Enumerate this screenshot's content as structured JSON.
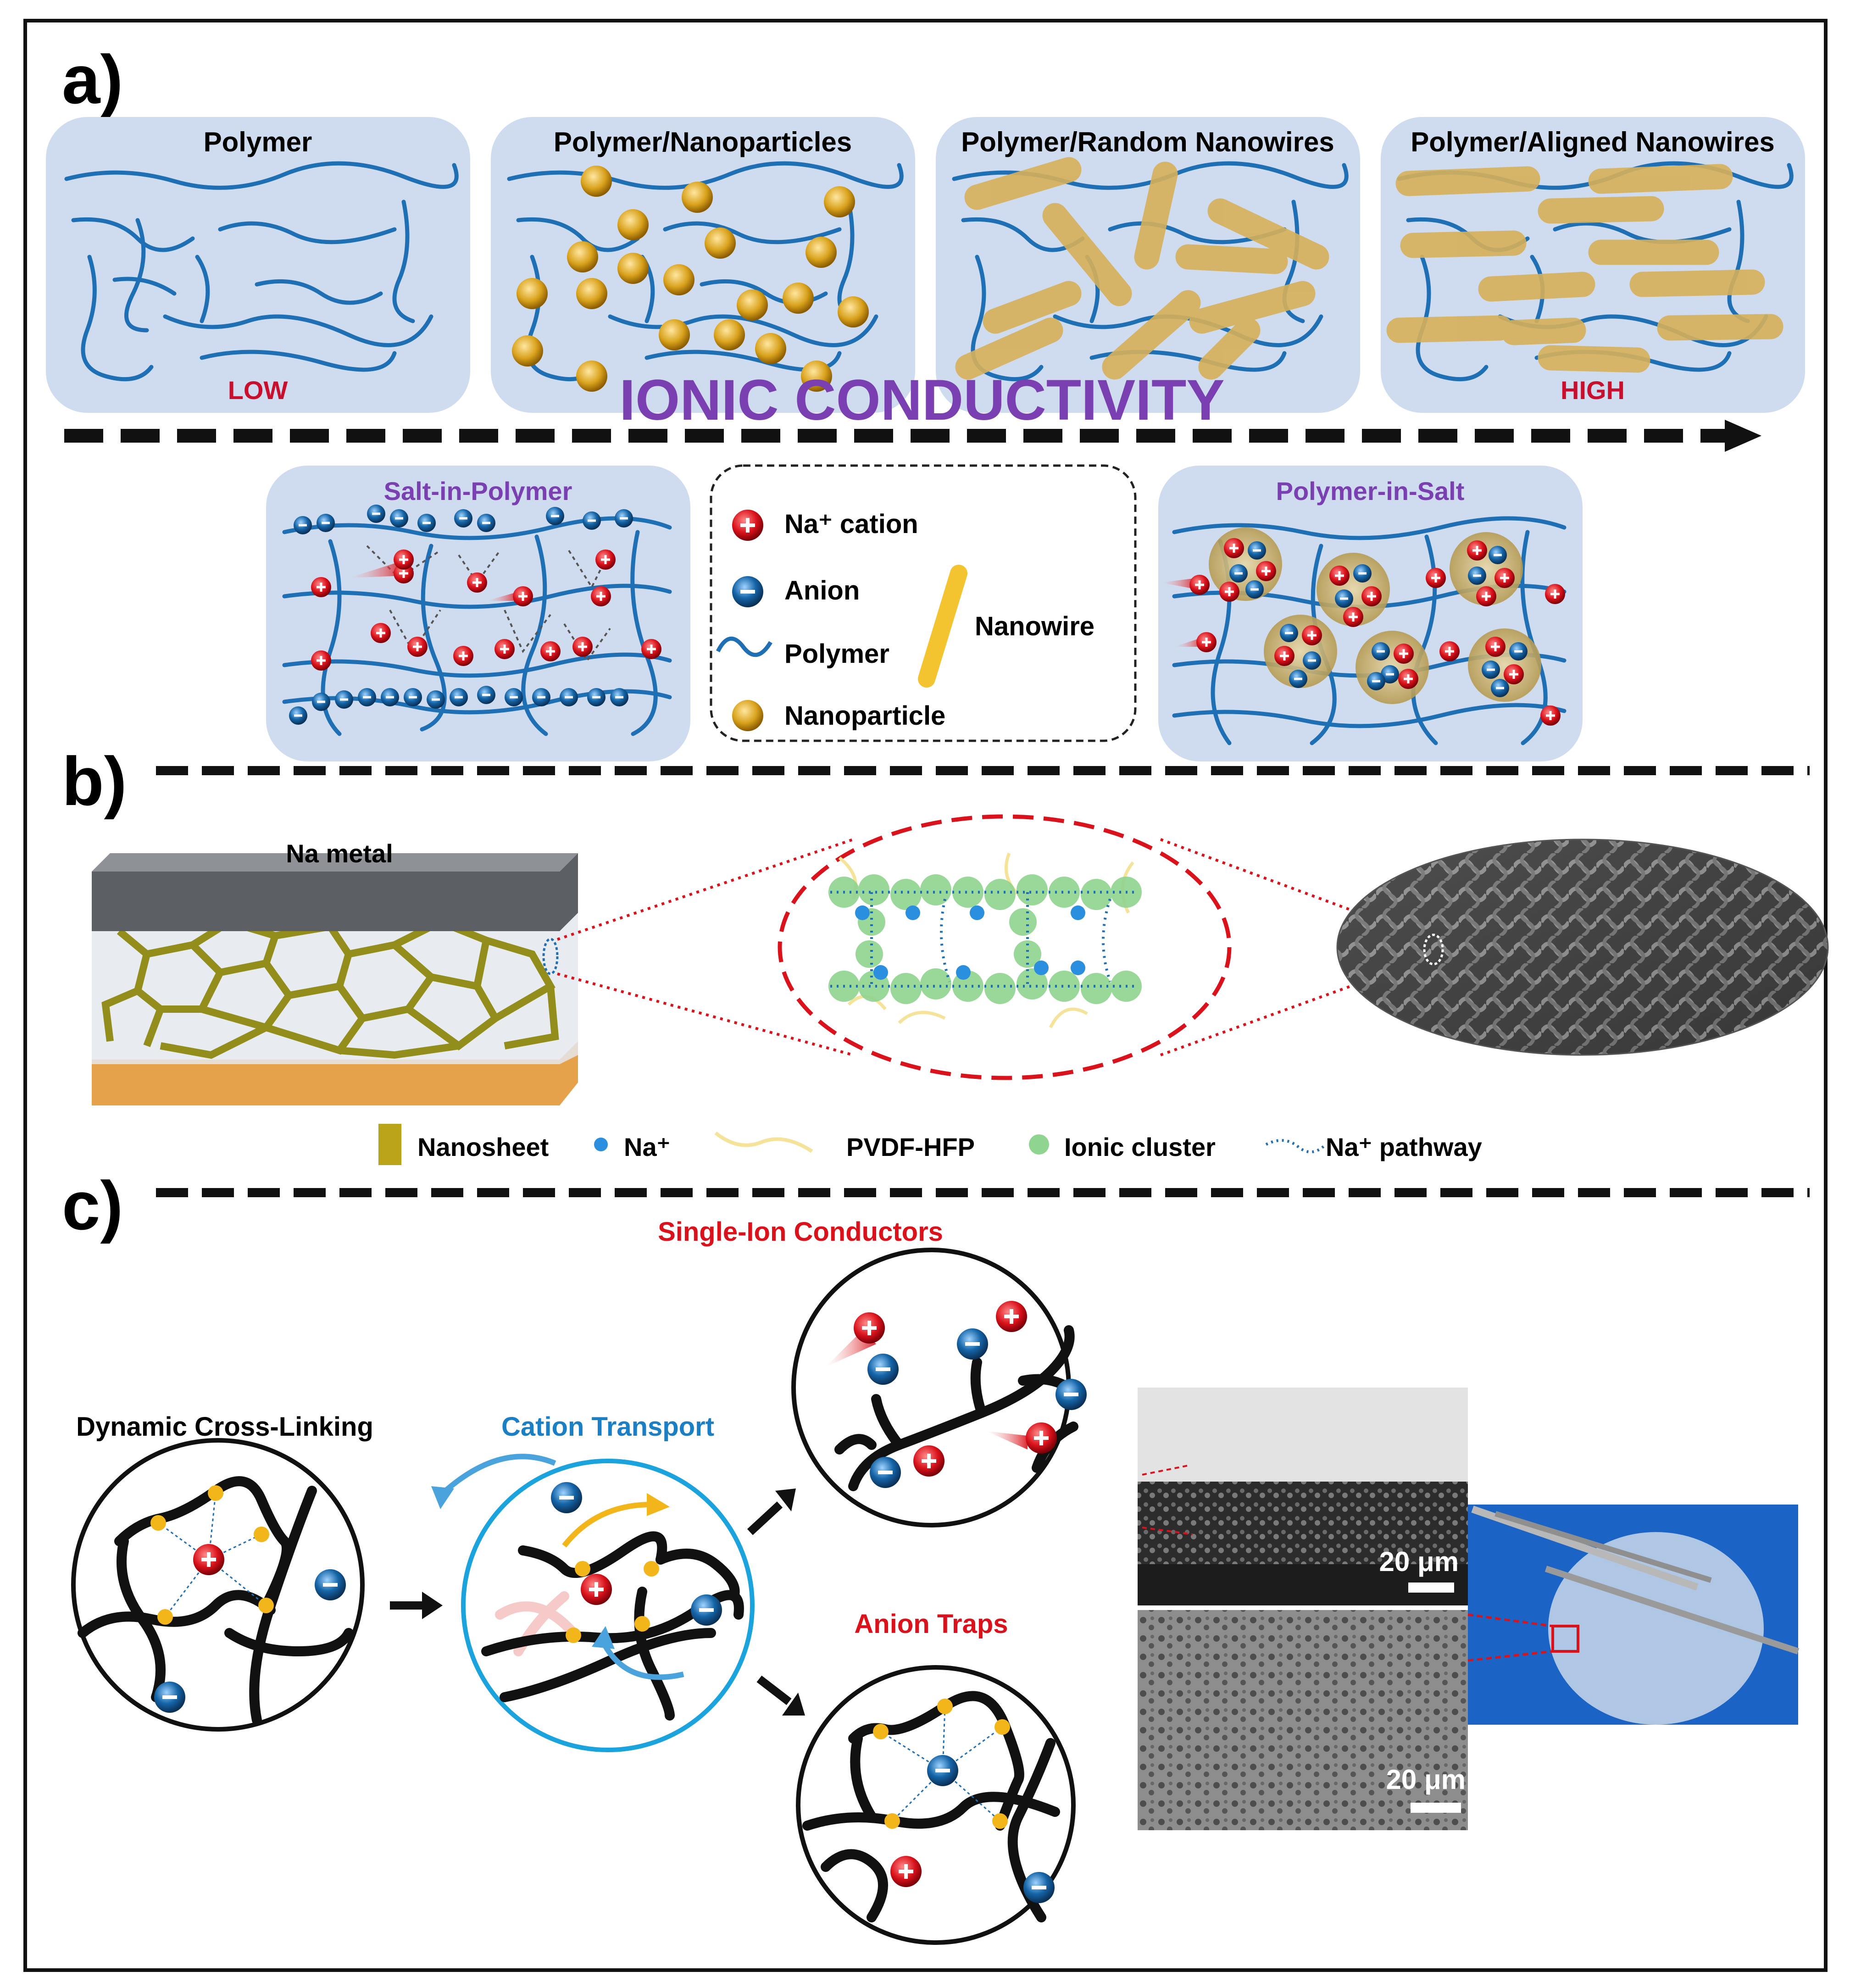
{
  "panel_labels": {
    "a": "a)",
    "b": "b)",
    "c": "c)"
  },
  "panel_a": {
    "boxes": [
      "Polymer",
      "Polymer/Nanoparticles",
      "Polymer/Random Nanowires",
      "Polymer/Aligned Nanowires"
    ],
    "low": "LOW",
    "high": "HIGH",
    "arrow_label": "IONIC CONDUCTIVITY",
    "salt_in_polymer": "Salt-in-Polymer",
    "polymer_in_salt": "Polymer-in-Salt",
    "legend": {
      "cation": "Na⁺ cation",
      "anion": "Anion",
      "polymer": "Polymer",
      "nanoparticle": "Nanoparticle",
      "nanowire": "Nanowire"
    }
  },
  "panel_b": {
    "na_metal": "Na metal",
    "legend": {
      "nanosheet": "Nanosheet",
      "na": "Na⁺",
      "pvdf": "PVDF-HFP",
      "cluster": "Ionic cluster",
      "pathway": "Na⁺ pathway"
    }
  },
  "panel_c": {
    "dynamic": "Dynamic Cross-Linking",
    "cation_transport": "Cation Transport",
    "single_ion": "Single-Ion Conductors",
    "anion_traps": "Anion Traps",
    "scale_top": "20 μm",
    "scale_bottom": "20 μm"
  },
  "colors": {
    "box_fill": "#cfdcef",
    "polymer": "#1f6fb5",
    "nanowire": "#d6b05a",
    "purple": "#7a3fb0",
    "red": "#c8102e",
    "cyan": "#1aa3dd",
    "cation": "#d9121b",
    "anion": "#1565a8"
  },
  "icons": [
    "cation-icon",
    "anion-icon",
    "nanoparticle-icon",
    "nanowire-icon",
    "polymer-icon",
    "na-ion-icon",
    "ionic-cluster-icon",
    "pathway-icon",
    "nanosheet-icon",
    "arrow-icon"
  ]
}
